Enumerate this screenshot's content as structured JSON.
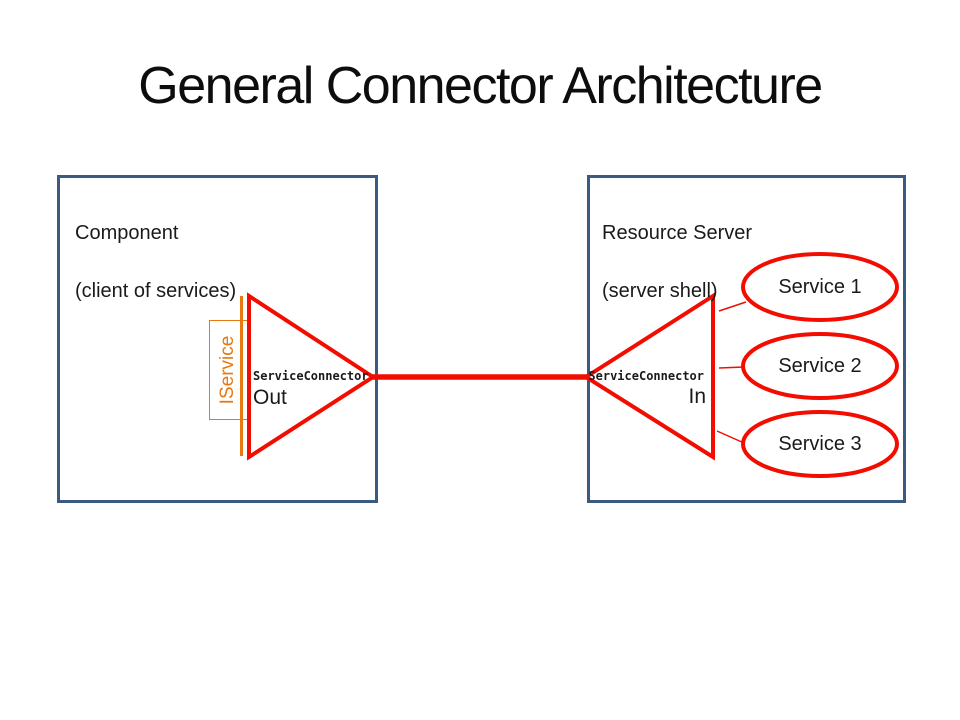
{
  "title": "General Connector Architecture",
  "colors": {
    "connector_red": "#F20D00",
    "interface_orange": "#E8780F",
    "panel_border_blue": "#3A5A80",
    "text": "#1a1a1a",
    "background": "#ffffff"
  },
  "left_box": {
    "title": "Component",
    "subtitle": "(client of services)",
    "connector_label": "ServiceConnector",
    "direction_label": "Out",
    "interface_label": "IService"
  },
  "right_box": {
    "title": "Resource Server",
    "subtitle": "(server shell)",
    "connector_label": "ServiceConnector",
    "direction_label": "In",
    "services": [
      {
        "label": "Service 1"
      },
      {
        "label": "Service 2"
      },
      {
        "label": "Service 3"
      }
    ]
  }
}
